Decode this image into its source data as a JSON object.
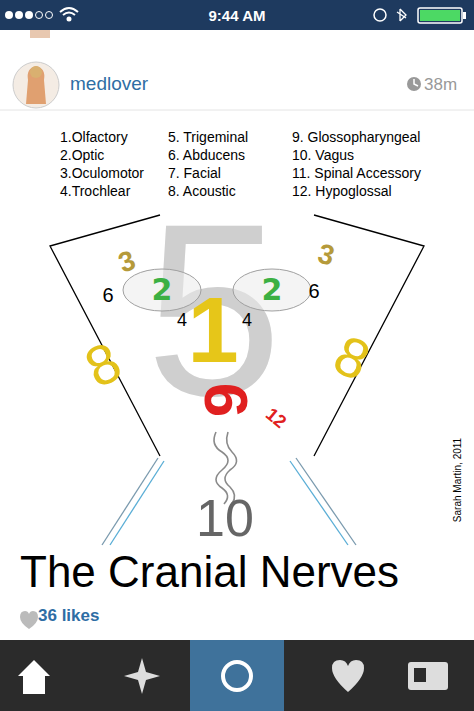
{
  "diagram": {
    "title": "The Cranial Nerves",
    "nodes": [
      {
        "text": [
          "2"
        ]
      },
      {
        "text": [
          "2"
        ]
      }
    ],
    "labels": [
      "9:44 AM",
      "medlover",
      "38m",
      "1.Olfactory",
      "2.Optic",
      "3.Oculomotor",
      "4.Trochlear",
      "5. Trigeminal",
      "6. Abducens",
      "7. Facial",
      "8. Acoustic",
      "9. Glossopharyngeal",
      "10. Vagus",
      "11. Spinal Accessory",
      "12. Hypoglossal",
      "5",
      "3",
      "3",
      "6",
      "6",
      "4",
      "4",
      "1",
      "8",
      "8",
      "9",
      "12",
      "10",
      "Sarah Martin, 2011",
      "36 likes"
    ]
  }
}
